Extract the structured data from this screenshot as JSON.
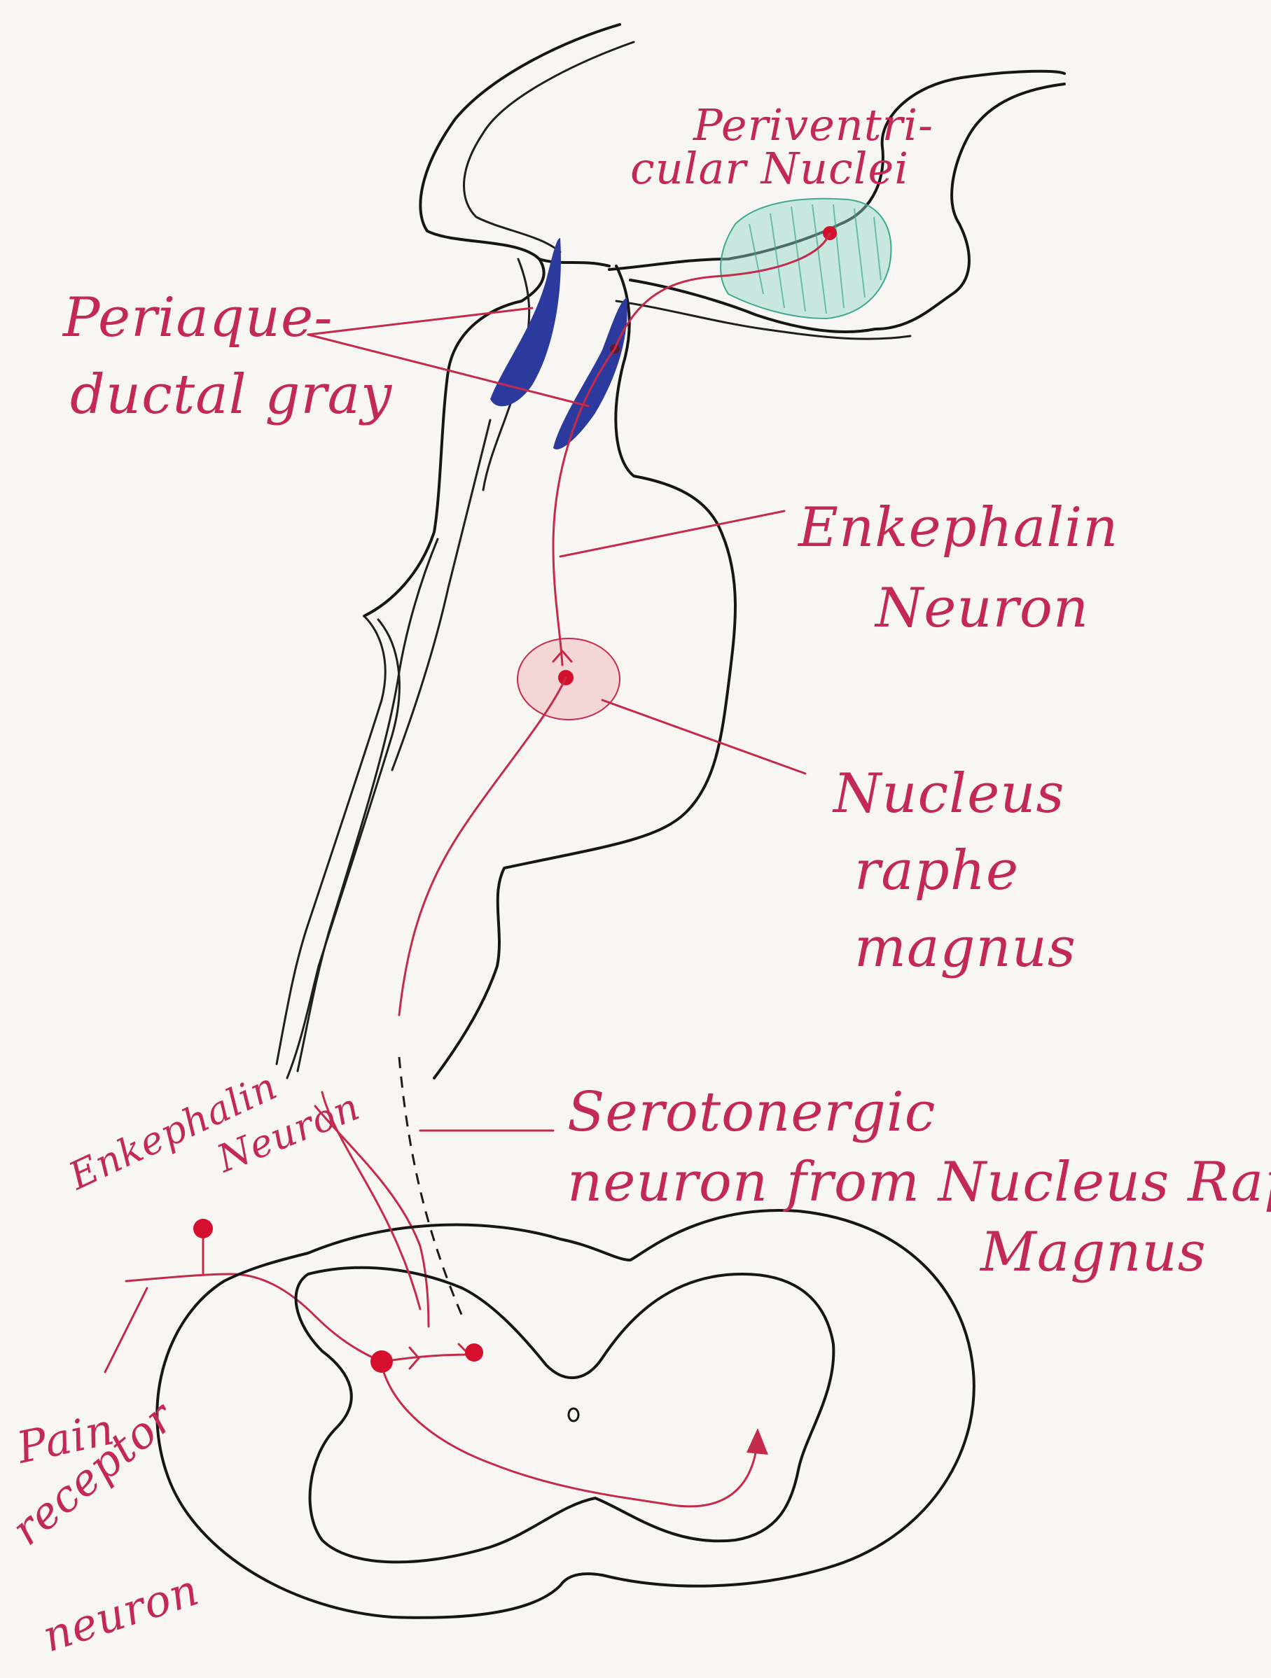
{
  "labels": {
    "periventricular": [
      "Periventri-",
      "cular Nuclei"
    ],
    "periaqueductal": [
      "Periaque-",
      "ductal gray"
    ],
    "enkephalin_upper": [
      "Enkephalin",
      "Neuron"
    ],
    "nucleus_raphe": [
      "Nucleus",
      "raphe",
      "magnus"
    ],
    "enkephalin_lower": [
      "Enkephalin",
      "Neuron"
    ],
    "serotonergic": [
      "Serotonergic",
      "neuron from Nucleus Raphe",
      "Magnus"
    ],
    "pain_receptor": [
      "Pain",
      "receptor",
      "neuron"
    ]
  },
  "colors": {
    "ink": "#161616",
    "label": "#c22a55",
    "neuron": "#c42a4a",
    "dot": "#d4102e",
    "periaqueductal_fill": "#2c3a9e",
    "periventricular_fill": "#8fd6c8",
    "raphe_fill": "#f2c9c9"
  }
}
